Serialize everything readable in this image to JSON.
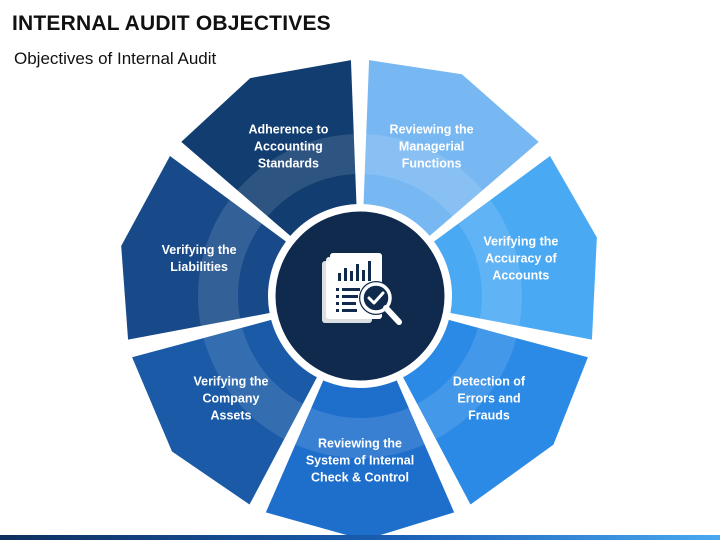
{
  "title": "INTERNAL AUDIT OBJECTIVES",
  "subtitle": "Objectives of Internal Audit",
  "center_icon": "audit-report-magnifier-check-icon",
  "segments": [
    {
      "label": "Reviewing the\nManagerial\nFunctions",
      "color": "#78b8f2"
    },
    {
      "label": "Verifying the\nAccuracy of\nAccounts",
      "color": "#4aa9f3"
    },
    {
      "label": "Detection of\nErrors and\nFrauds",
      "color": "#2b8ae6"
    },
    {
      "label": "Reviewing the\nSystem of Internal\nCheck & Control",
      "color": "#1e6fcc"
    },
    {
      "label": "Verifying the\nCompany\nAssets",
      "color": "#1a5aa6"
    },
    {
      "label": "Verifying the\nLiabilities",
      "color": "#184a8a"
    },
    {
      "label": "Adherence to\nAccounting\nStandards",
      "color": "#123d70"
    }
  ],
  "colors": {
    "center_fill": "#0f2a4d",
    "ring_shadow": "#e6e9ee"
  }
}
